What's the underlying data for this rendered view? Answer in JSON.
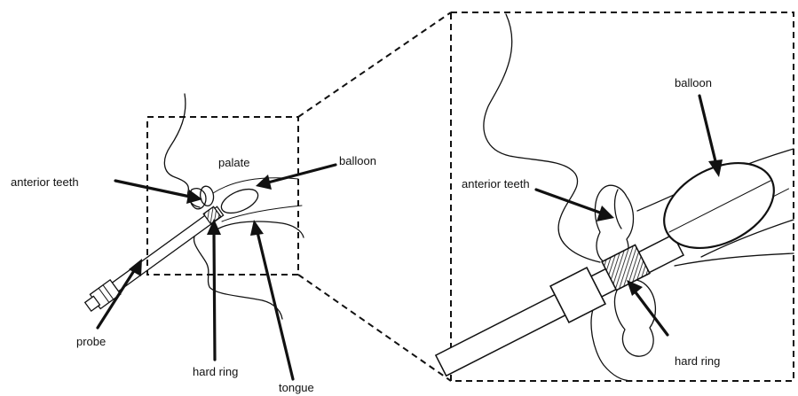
{
  "overview": {
    "labels": {
      "anterior_teeth": "anterior teeth",
      "palate": "palate",
      "balloon": "balloon",
      "probe": "probe",
      "hard_ring": "hard ring",
      "tongue": "tongue"
    }
  },
  "zoom": {
    "labels": {
      "anterior_teeth": "anterior teeth",
      "balloon": "balloon",
      "hard_ring": "hard ring"
    }
  }
}
